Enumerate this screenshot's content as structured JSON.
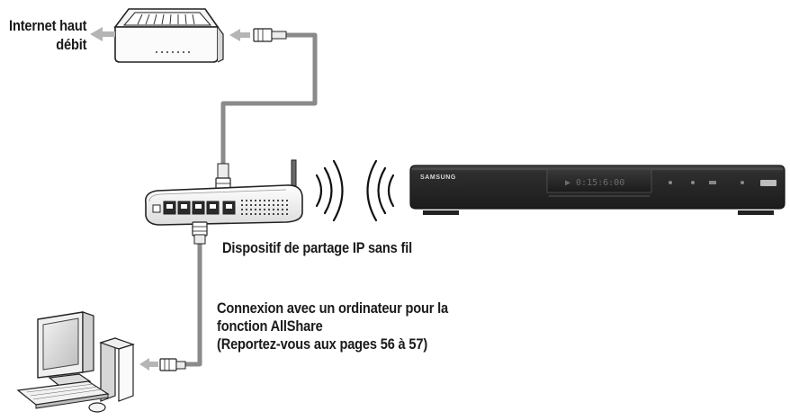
{
  "labels": {
    "internet": [
      "Internet haut",
      "débit"
    ],
    "router": "Dispositif de partage IP sans fil",
    "computer": [
      "Connexion avec un ordinateur pour la",
      "fonction AllShare",
      "(Reportez-vous aux pages 56 à 57)"
    ]
  },
  "player": {
    "brand": "SAMSUNG",
    "display": "▶ 0:15:6:00"
  },
  "colors": {
    "cable": "#8a8a8a",
    "arrow": "#b5b5b5",
    "text": "#1a1a1a",
    "player_body": "#2b2b2b"
  },
  "icons": [
    "modem-icon",
    "wireless-router-icon",
    "wifi-signal-icon",
    "blu-ray-player-icon",
    "desktop-computer-icon",
    "ethernet-plug-icon"
  ]
}
